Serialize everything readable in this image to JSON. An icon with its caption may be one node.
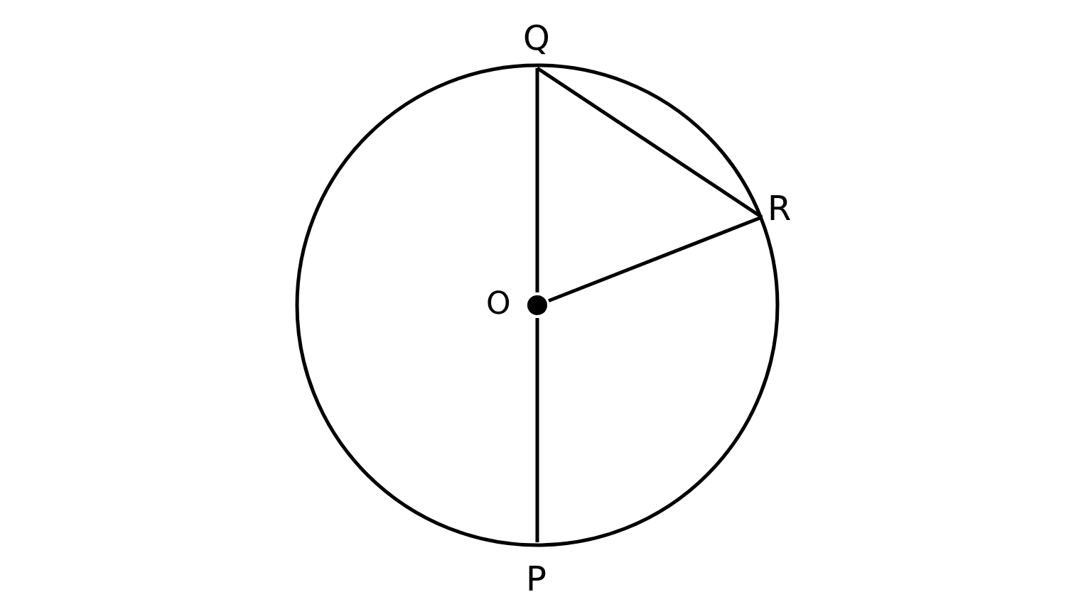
{
  "diagram": {
    "nodes": [
      {
        "text": [
          "Q"
        ]
      },
      {
        "text": [
          "R"
        ]
      },
      {
        "text": [
          "O"
        ]
      },
      {
        "text": [
          "P"
        ]
      }
    ],
    "edges": [
      {
        "from": 0,
        "to": 2,
        "arrow": "none"
      },
      {
        "from": 2,
        "to": 3,
        "arrow": "none"
      },
      {
        "from": 0,
        "to": 1,
        "arrow": "none"
      },
      {
        "from": 2,
        "to": 1,
        "arrow": "none"
      }
    ]
  }
}
